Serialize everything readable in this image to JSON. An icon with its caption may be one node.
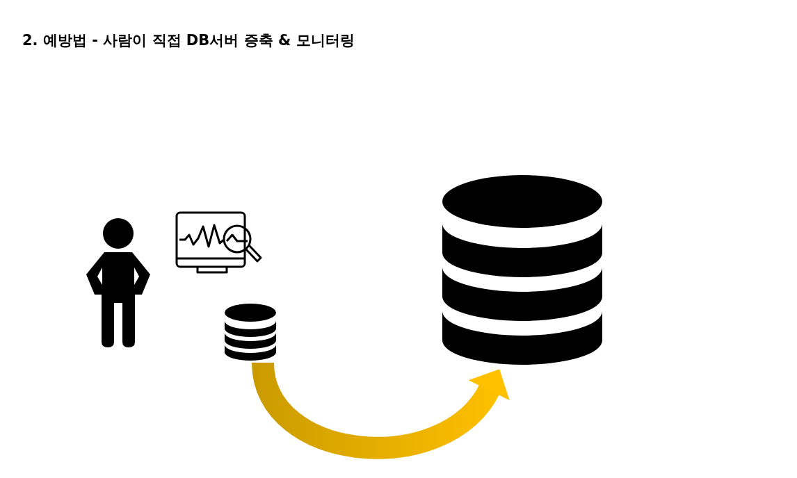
{
  "diagram": {
    "title": "2. 예방법 - 사람이 직접 DB서버 증축 & 모니터링",
    "nodes": [
      {
        "text": [],
        "shape": "cylinder"
      },
      {
        "text": [],
        "shape": "cylinder"
      }
    ],
    "edges": [
      {
        "from": 0,
        "to": 1,
        "arrow": "to",
        "style": "thick"
      }
    ]
  }
}
